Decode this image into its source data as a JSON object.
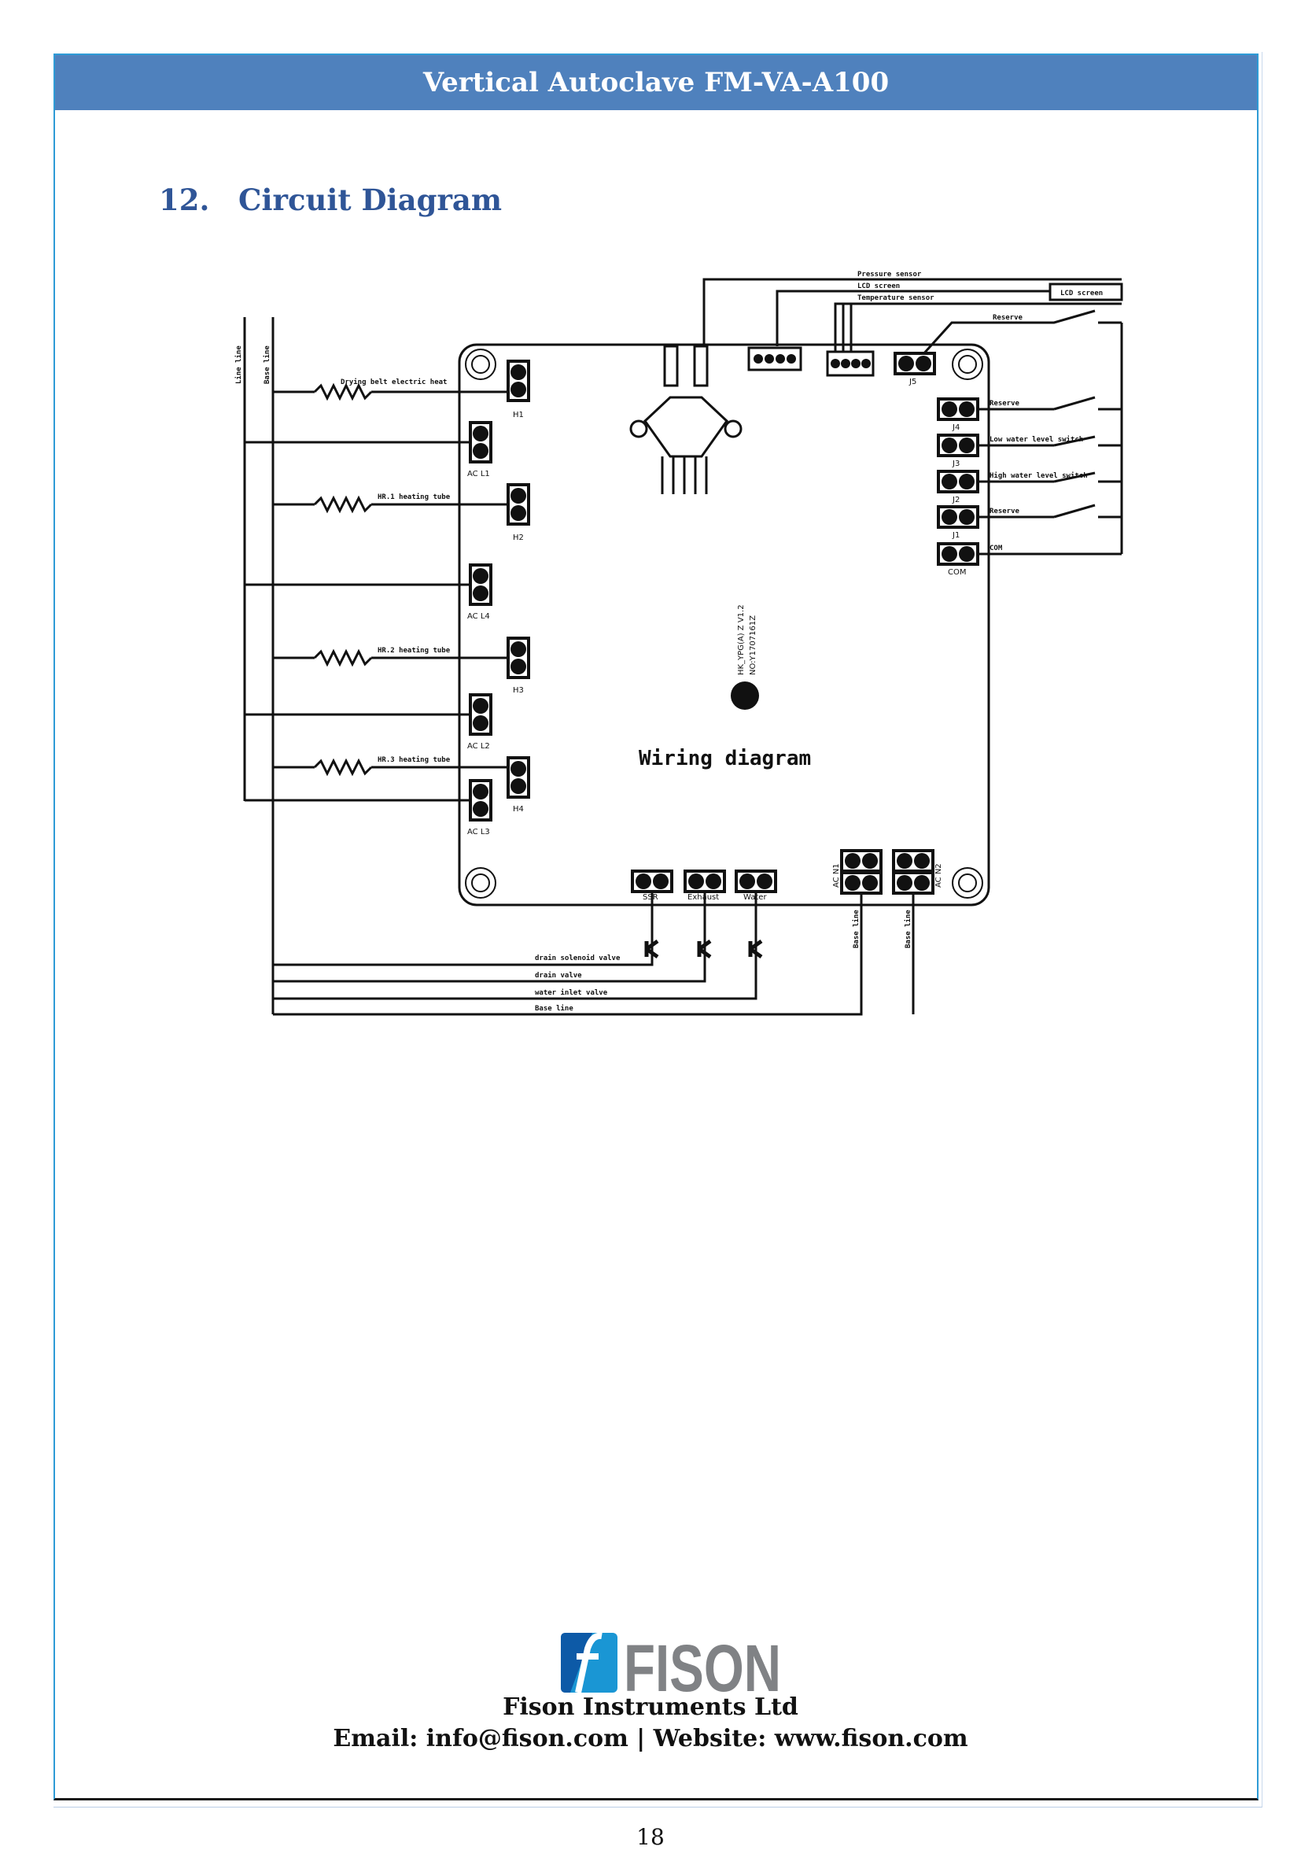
{
  "header": {
    "title": "Vertical Autoclave FM-VA-A100"
  },
  "section": {
    "number": "12.",
    "title": "Circuit Diagram"
  },
  "diagram": {
    "bus_labels": {
      "line": "Line line",
      "base": "Base line"
    },
    "heater_labels": [
      "Drying belt electric heat",
      "HR.1 heating tube",
      "HR.2 heating tube",
      "HR.3 heating tube"
    ],
    "left_connectors": [
      "H1",
      "AC L1",
      "H2",
      "AC L4",
      "H3",
      "AC L2",
      "H4",
      "AC L3"
    ],
    "right_connectors": [
      "J4",
      "J3",
      "J2",
      "J1",
      "COM"
    ],
    "right_labels": [
      "Reserve",
      "Low water level switch",
      "High water level switch",
      "Reserve",
      "COM"
    ],
    "top_labels": {
      "pressure": "Pressure sensor",
      "lcd": "LCD screen",
      "temperature": "Temperature sensor",
      "reserve": "Reserve",
      "lcd_box": "LCD screen",
      "j5": "J5"
    },
    "bottom_connectors": [
      "SSR",
      "Exhaust",
      "Water",
      "AC N1",
      "AC N2"
    ],
    "bottom_labels": [
      "drain solenoid valve",
      "drain valve",
      "water inlet valve",
      "Base line"
    ],
    "vertical_base_labels": [
      "Base line",
      "Base line"
    ],
    "board_id": [
      "HK_YPG(A) Z V1.2",
      "NO:Y1707161Z"
    ],
    "board_title": "Wiring diagram"
  },
  "footer": {
    "logo_text": "FISON",
    "company": "Fison Instruments Ltd",
    "contact": "Email: info@fison.com | Website: www.fison.com",
    "page_number": "18",
    "logo_colors": {
      "dark_blue": "#0d5aa7",
      "light_blue": "#1a96d4",
      "gray": "#808285"
    }
  }
}
